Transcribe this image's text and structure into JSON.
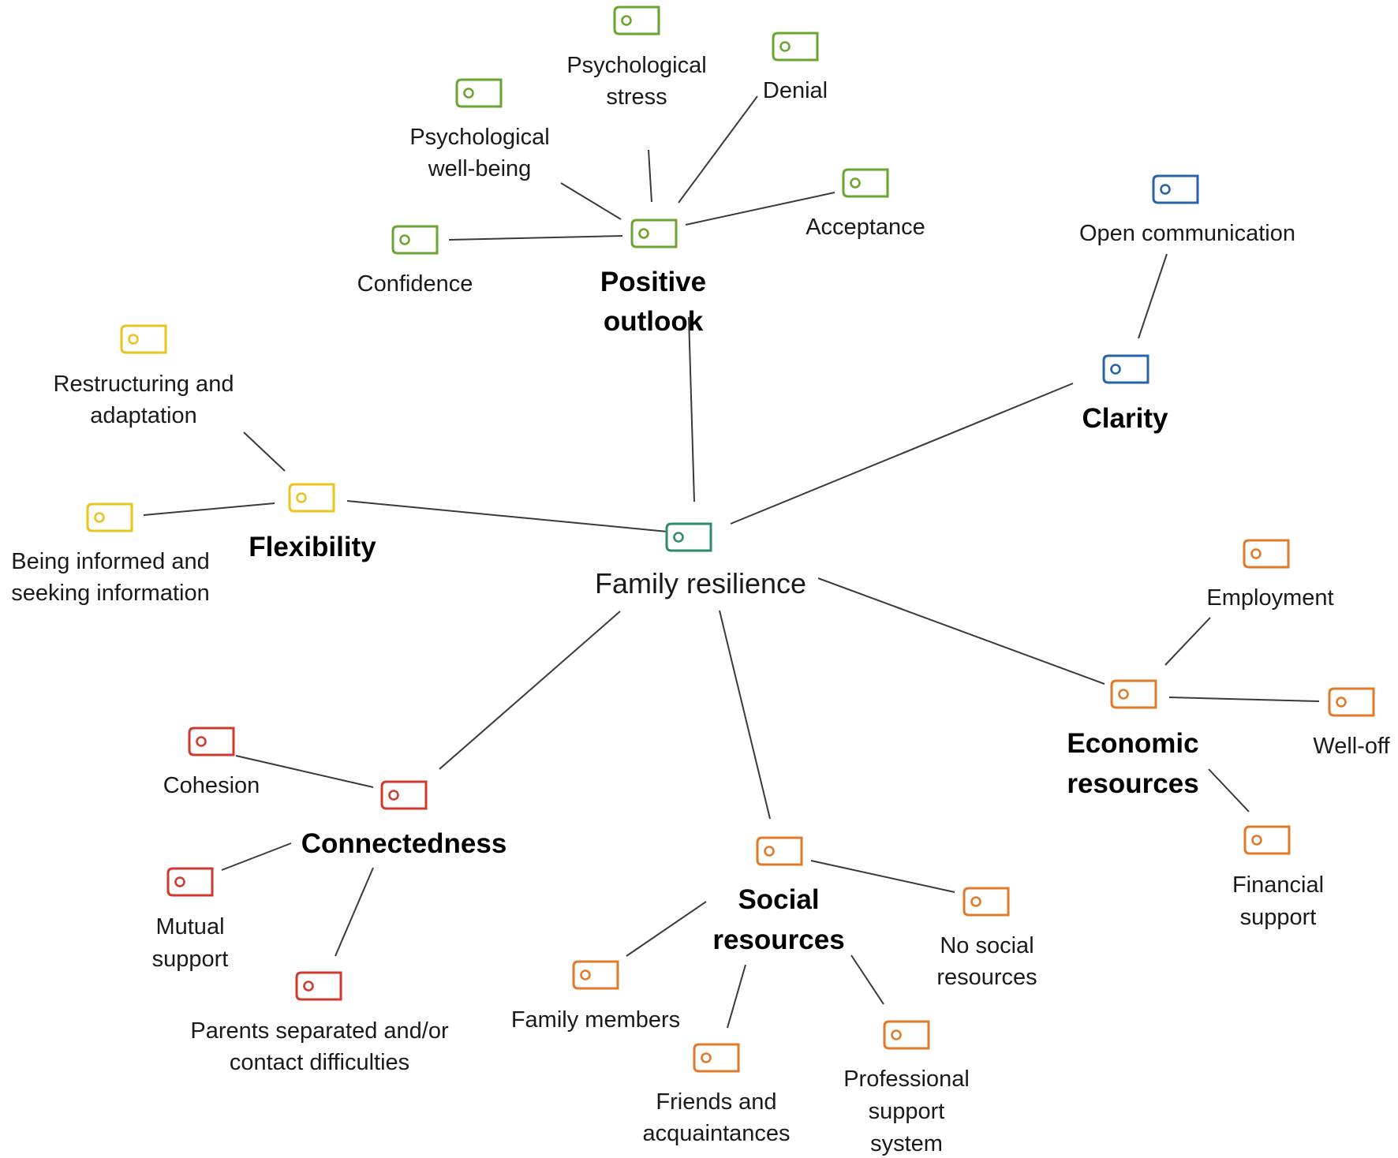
{
  "colors": {
    "root": "#2e8b6e",
    "positive_outlook": "#6aa532",
    "clarity": "#2763a6",
    "flexibility": "#e8c51c",
    "economic": "#e07a2a",
    "connectedness": "#d03a2e",
    "social": "#e07a2a"
  },
  "icon": "tag-icon",
  "root": {
    "label": "Family resilience"
  },
  "themes": {
    "positive_outlook": {
      "label": [
        "Positive",
        "outlook"
      ]
    },
    "clarity": {
      "label": [
        "Clarity"
      ]
    },
    "flexibility": {
      "label": [
        "Flexibility"
      ]
    },
    "economic_resources": {
      "label": [
        "Economic",
        "resources"
      ]
    },
    "connectedness": {
      "label": [
        "Connectedness"
      ]
    },
    "social_resources": {
      "label": [
        "Social",
        "resources"
      ]
    }
  },
  "subcodes": {
    "psychological_stress": [
      "Psychological",
      "stress"
    ],
    "denial": [
      "Denial"
    ],
    "psychological_well_being": [
      "Psychological",
      "well-being"
    ],
    "acceptance": [
      "Acceptance"
    ],
    "confidence": [
      "Confidence"
    ],
    "open_communication": [
      "Open communication"
    ],
    "restructuring_adaptation": [
      "Restructuring and",
      "adaptation"
    ],
    "being_informed": [
      "Being informed and",
      "seeking information"
    ],
    "employment": [
      "Employment"
    ],
    "well_off": [
      "Well-off"
    ],
    "financial_support": [
      "Financial",
      "support"
    ],
    "cohesion": [
      "Cohesion"
    ],
    "mutual_support": [
      "Mutual",
      "support"
    ],
    "parents_separated": [
      "Parents separated and/or",
      "contact difficulties"
    ],
    "no_social_resources": [
      "No social",
      "resources"
    ],
    "family_members": [
      "Family members"
    ],
    "friends_acquaintances": [
      "Friends and",
      "acquaintances"
    ],
    "professional_support": [
      "Professional",
      "support",
      "system"
    ]
  }
}
